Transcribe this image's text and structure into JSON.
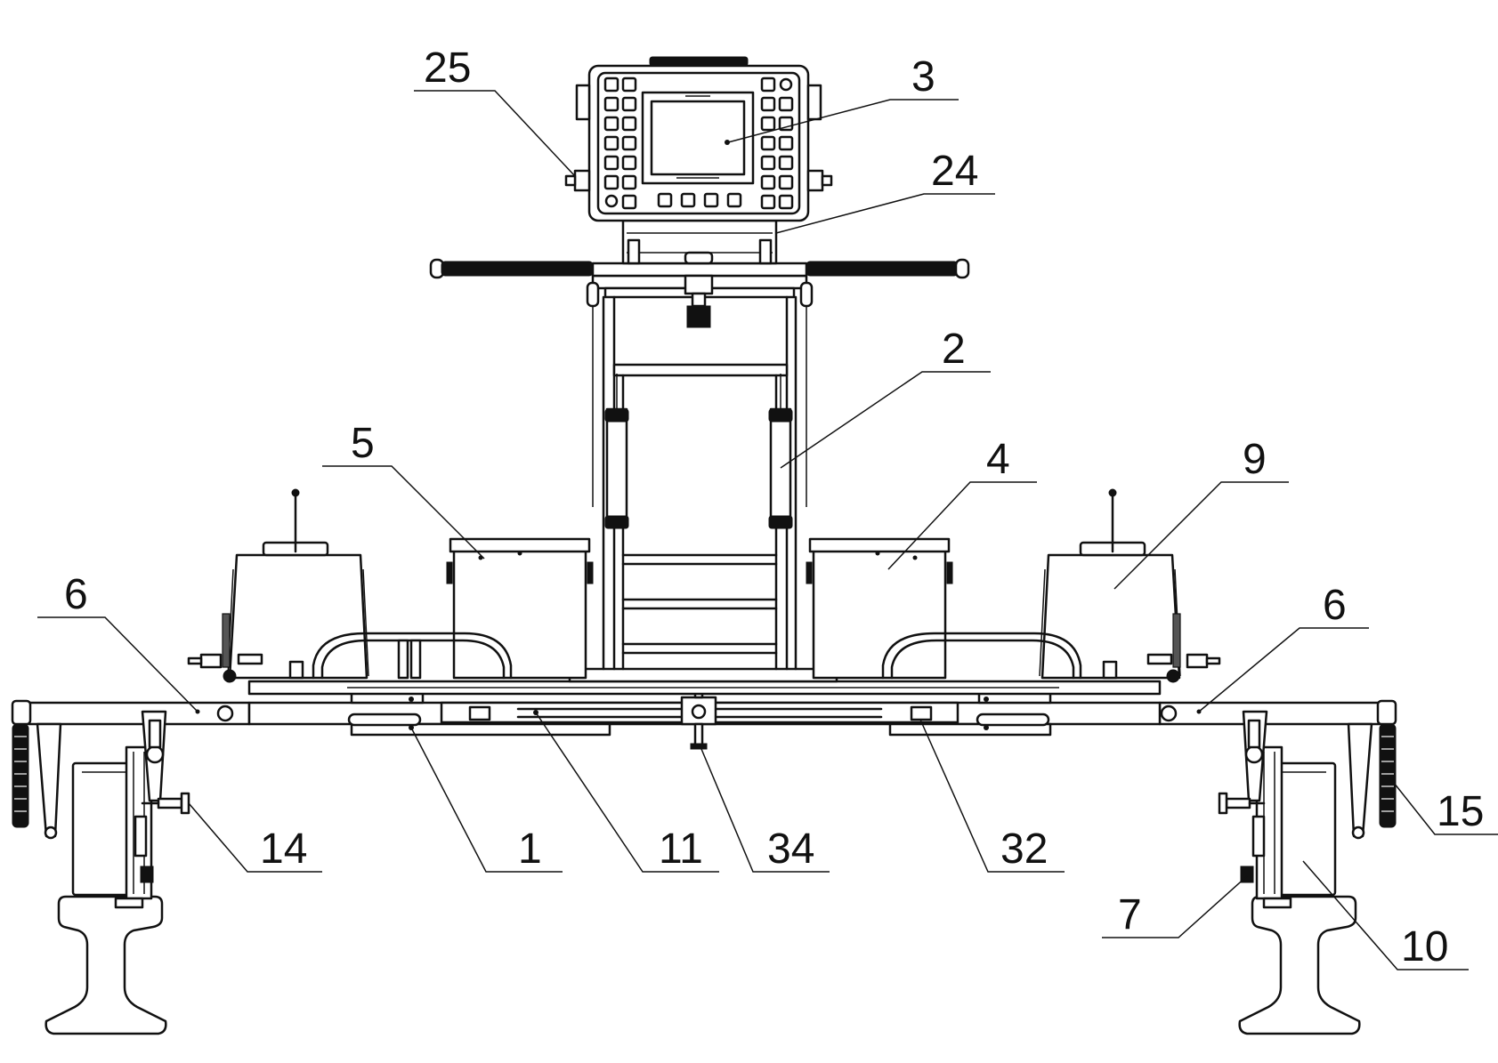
{
  "callouts": [
    {
      "id": "1",
      "label": "1"
    },
    {
      "id": "2",
      "label": "2"
    },
    {
      "id": "3",
      "label": "3"
    },
    {
      "id": "4",
      "label": "4"
    },
    {
      "id": "5",
      "label": "5"
    },
    {
      "id": "6a",
      "label": "6"
    },
    {
      "id": "6b",
      "label": "6"
    },
    {
      "id": "7",
      "label": "7"
    },
    {
      "id": "9",
      "label": "9"
    },
    {
      "id": "10",
      "label": "10"
    },
    {
      "id": "11",
      "label": "11"
    },
    {
      "id": "14",
      "label": "14"
    },
    {
      "id": "15",
      "label": "15"
    },
    {
      "id": "24",
      "label": "24"
    },
    {
      "id": "25",
      "label": "25"
    },
    {
      "id": "32",
      "label": "32"
    },
    {
      "id": "34",
      "label": "34"
    }
  ],
  "colors": {
    "line": "#111111",
    "background": "#ffffff",
    "hatch": "#555555"
  }
}
